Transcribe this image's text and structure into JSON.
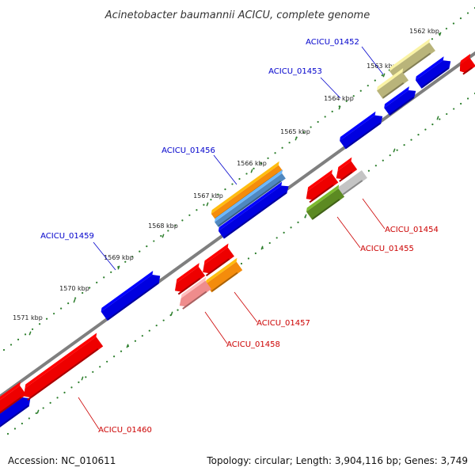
{
  "title": "Acinetobacter baumannii ACICU, complete genome",
  "footer": {
    "accession": "Accession: NC_010611",
    "summary": "Topology: circular; Length: 3,904,116 bp; Genes: 3,749"
  },
  "colors": {
    "background": "#ffffff",
    "backbone": "#7f7f7f",
    "tick": "#2a7d2a",
    "forward_label": "#0000cc",
    "reverse_label": "#cc0000",
    "blue": "#0000e0",
    "red": "#ee0000",
    "olive": "#b9b47a",
    "orange": "#f48c0c",
    "steelblue": "#4f88c0",
    "pink": "#ef8c8c",
    "gray": "#c4c4c4",
    "green": "#5c8a22"
  },
  "tick_labels": [
    "1562 kbp",
    "1563 kbp",
    "1564 kbp",
    "1565 kbp",
    "1566 kbp",
    "1567 kbp",
    "1568 kbp",
    "1569 kbp",
    "1570 kbp",
    "1571 kbp"
  ],
  "gene_labels": [
    {
      "text": "ACICU_01452",
      "strand": "forward"
    },
    {
      "text": "ACICU_01453",
      "strand": "forward"
    },
    {
      "text": "ACICU_01456",
      "strand": "forward"
    },
    {
      "text": "ACICU_01459",
      "strand": "forward"
    },
    {
      "text": "ACICU_01454",
      "strand": "reverse"
    },
    {
      "text": "ACICU_01455",
      "strand": "reverse"
    },
    {
      "text": "ACICU_01457",
      "strand": "reverse"
    },
    {
      "text": "ACICU_01458",
      "strand": "reverse"
    },
    {
      "text": "ACICU_01460",
      "strand": "reverse"
    }
  ]
}
